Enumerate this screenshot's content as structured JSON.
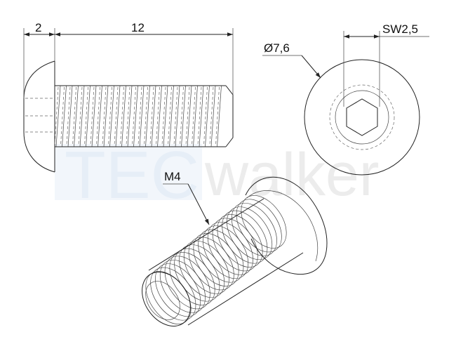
{
  "watermark": {
    "part1": "TEC",
    "part2": "walker",
    "color_part1": "#e3ecf6",
    "color_part2": "#ebebeb"
  },
  "dimensions": {
    "head_height": "2",
    "thread_length": "12",
    "head_diameter": "Ø7,6",
    "socket_size": "SW2,5",
    "thread_size": "M4"
  },
  "line_color": "#222222"
}
